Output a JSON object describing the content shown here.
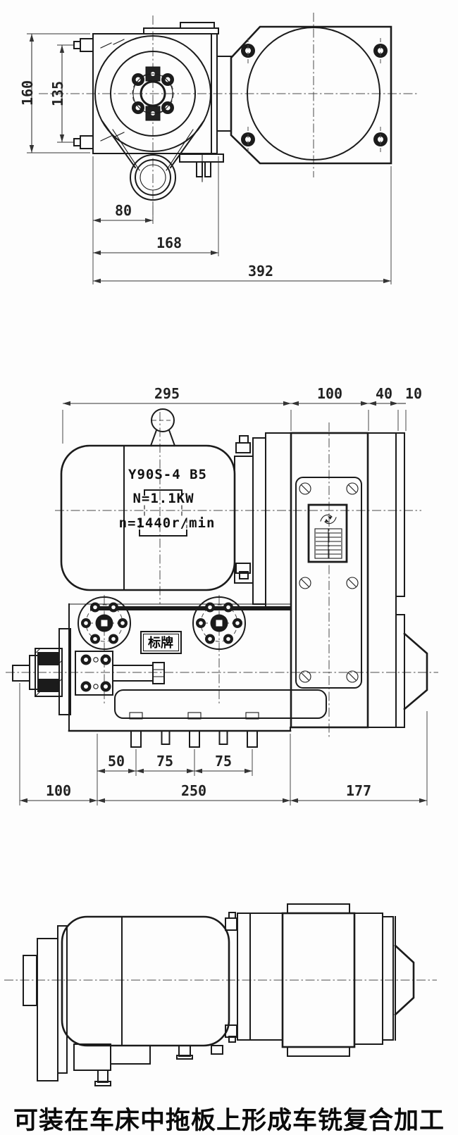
{
  "caption": "可装在车床中拖板上形成车铣复合加工",
  "top_view": {
    "dim_height_overall": "160",
    "dim_height_bolt_spacing": "135",
    "dim_spindle_offset": "80",
    "dim_gearbox_width": "168",
    "dim_width_overall": "392"
  },
  "front_view": {
    "dim_motor_length": "295",
    "dim_gearbox_depth": "100",
    "dim_step": "40",
    "dim_flange_lip": "10",
    "motor_model": "Y90S-4  B5",
    "motor_power": "N=1.1KW",
    "motor_speed": "n=1440r/min",
    "nameplate_label": "标牌",
    "dim_stud_offset": "50",
    "dim_stud_pitch_1": "75",
    "dim_stud_pitch_2": "75",
    "dim_left_overhang": "100",
    "dim_body_length": "250",
    "dim_right_overhang": "177"
  }
}
